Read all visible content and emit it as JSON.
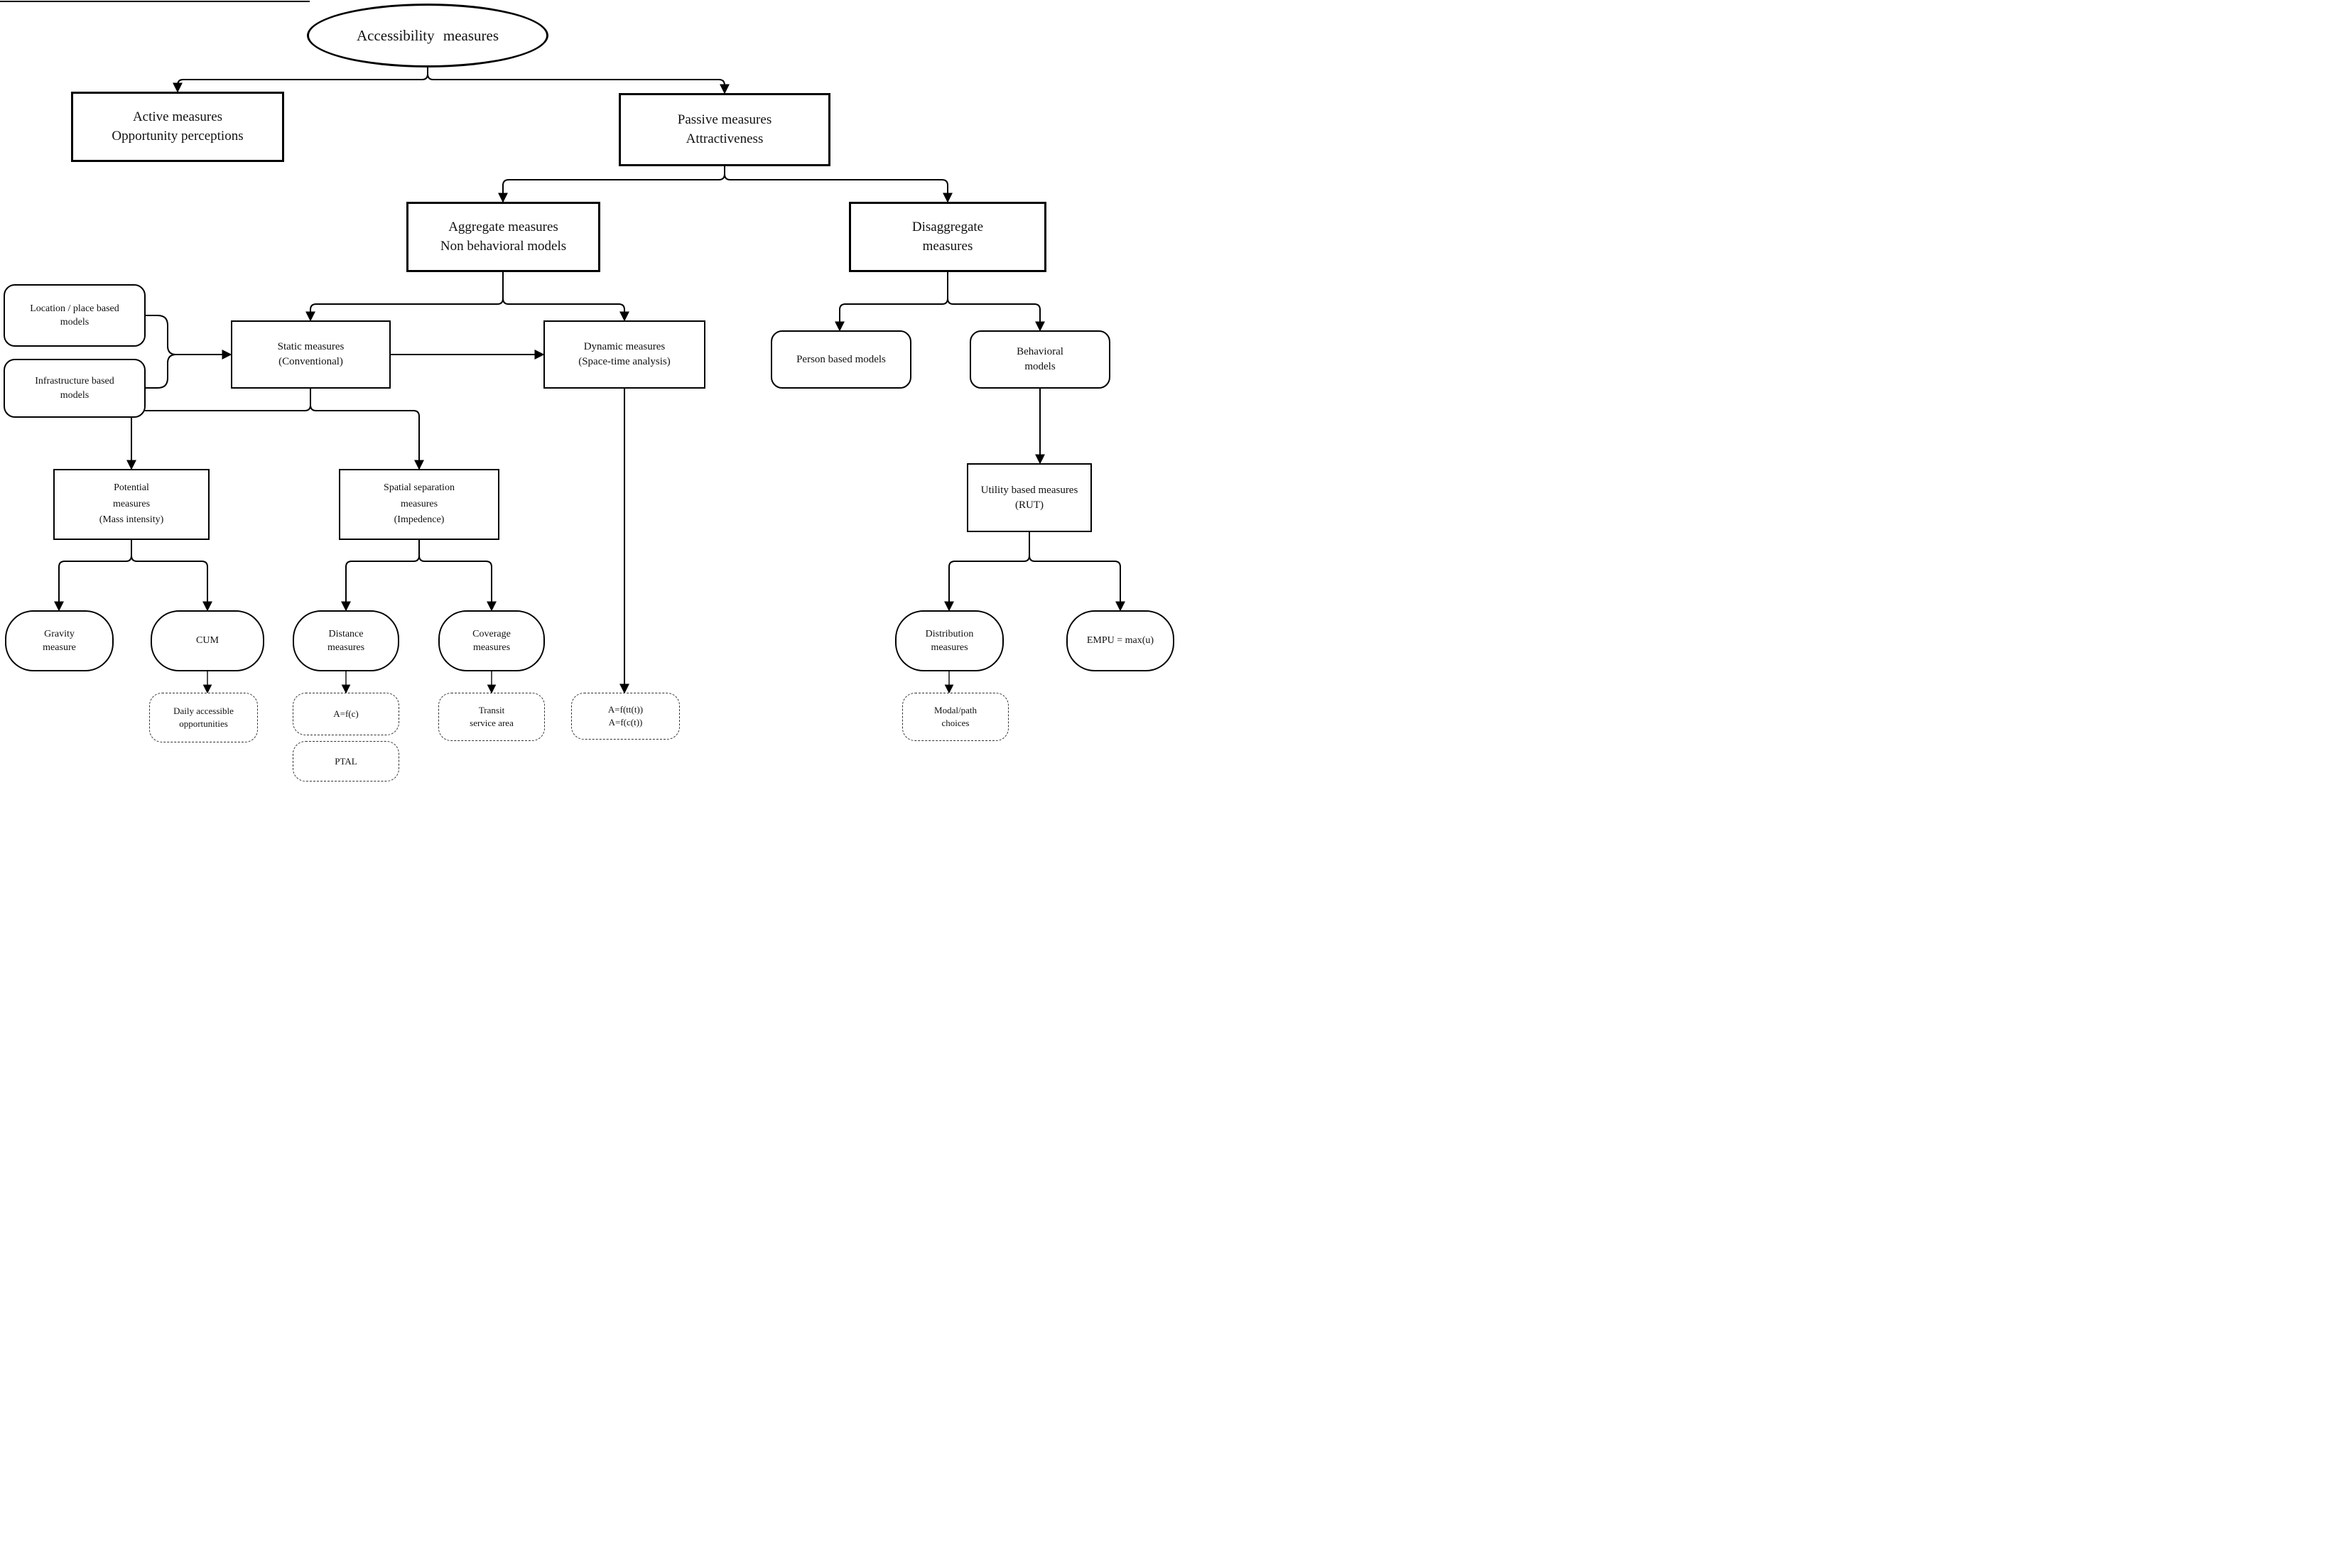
{
  "title": "Accessibility measures taxonomy flowchart",
  "colors": {
    "line": "#000000",
    "background": "#ffffff",
    "text": "#111111"
  },
  "nodes": {
    "root": {
      "label": "Accessibility measures"
    },
    "active": {
      "line1": "Active measures",
      "line2": "Opportunity perceptions"
    },
    "passive": {
      "line1": "Passive measures",
      "line2": "Attractiveness"
    },
    "aggregate": {
      "line1": "Aggregate measures",
      "line2": "Non behavioral models"
    },
    "disaggregate": {
      "line1": "Disaggregate",
      "line2": "measures"
    },
    "location": {
      "line1": "Location / place based",
      "line2": "models"
    },
    "infrastructure": {
      "line1": "Infrastructure based",
      "line2": "models"
    },
    "static": {
      "line1": "Static measures",
      "line2": "(Conventional)"
    },
    "dynamic": {
      "line1": "Dynamic measures",
      "line2": "(Space-time analysis)"
    },
    "person": {
      "label": "Person based models"
    },
    "behavioral": {
      "line1": "Behavioral",
      "line2": "models"
    },
    "potential": {
      "line1": "Potential",
      "line2": "measures",
      "line3": "(Mass intensity)"
    },
    "spatial": {
      "line1": "Spatial separation",
      "line2": "measures",
      "line3": "(Impedence)"
    },
    "utility": {
      "line1": "Utility based measures",
      "line2": "(RUT)"
    },
    "gravity": {
      "line1": "Gravity",
      "line2": "measure"
    },
    "cum": {
      "label": "CUM"
    },
    "distance": {
      "line1": "Distance",
      "line2": "measures"
    },
    "coverage": {
      "line1": "Coverage",
      "line2": "measures"
    },
    "distribution": {
      "line1": "Distribution",
      "line2": "measures"
    },
    "empu": {
      "label": "EMPU = max(u)"
    },
    "daily": {
      "line1": "Daily accessible",
      "line2": "opportunities"
    },
    "afc": {
      "label": "A=f(c)"
    },
    "ptal": {
      "label": "PTAL"
    },
    "transit": {
      "line1": "Transit",
      "line2": "service area"
    },
    "aftt": {
      "line1": "A=f(tt(t))",
      "line2": "A=f(c(t))"
    },
    "modal": {
      "line1": "Modal/path",
      "line2": "choices"
    }
  }
}
